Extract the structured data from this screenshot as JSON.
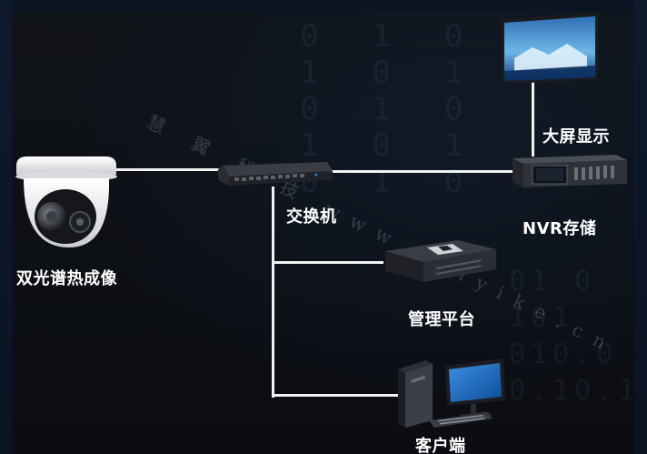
{
  "labels": {
    "camera": "双光谱热成像",
    "switch": "交换机",
    "platform": "管理平台",
    "client": "客户端",
    "screen": "大屏显示",
    "nvr": "NVR存储"
  },
  "background": {
    "digits_rows": [
      "0  1  0",
      "1  0  1",
      "0  1  0",
      "1  0  1",
      "0  1  0"
    ],
    "digits_right": [
      "01 0",
      "101",
      "010.0",
      "0.10.1"
    ]
  },
  "colors": {
    "background": "#0c0e14",
    "line": "#f2f2f2",
    "label": "#ffffff"
  },
  "icons": {
    "camera": "thermal-dome-camera-icon",
    "switch": "network-switch-icon",
    "screen": "display-screen-icon",
    "nvr": "nvr-recorder-icon",
    "platform": "server-icon",
    "client": "desktop-computer-icon"
  }
}
